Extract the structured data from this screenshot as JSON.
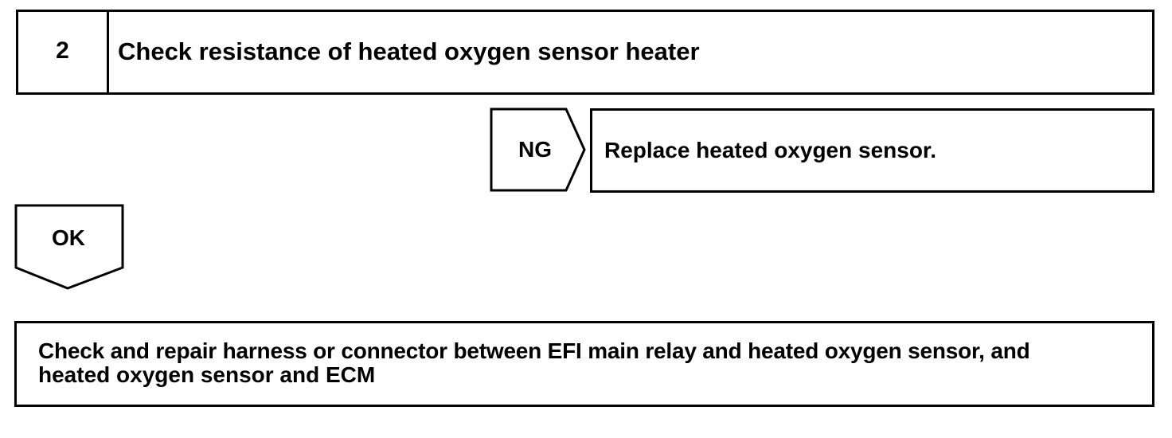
{
  "step": {
    "number": "2",
    "title": "Check resistance of heated oxygen sensor heater"
  },
  "ng_branch": {
    "label": "NG",
    "action": "Replace heated oxygen sensor."
  },
  "ok_branch": {
    "label": "OK"
  },
  "final_action": {
    "line1": "Check and repair harness or connector between EFI main relay and heated oxygen sensor, and",
    "line2": "heated oxygen sensor and ECM"
  }
}
